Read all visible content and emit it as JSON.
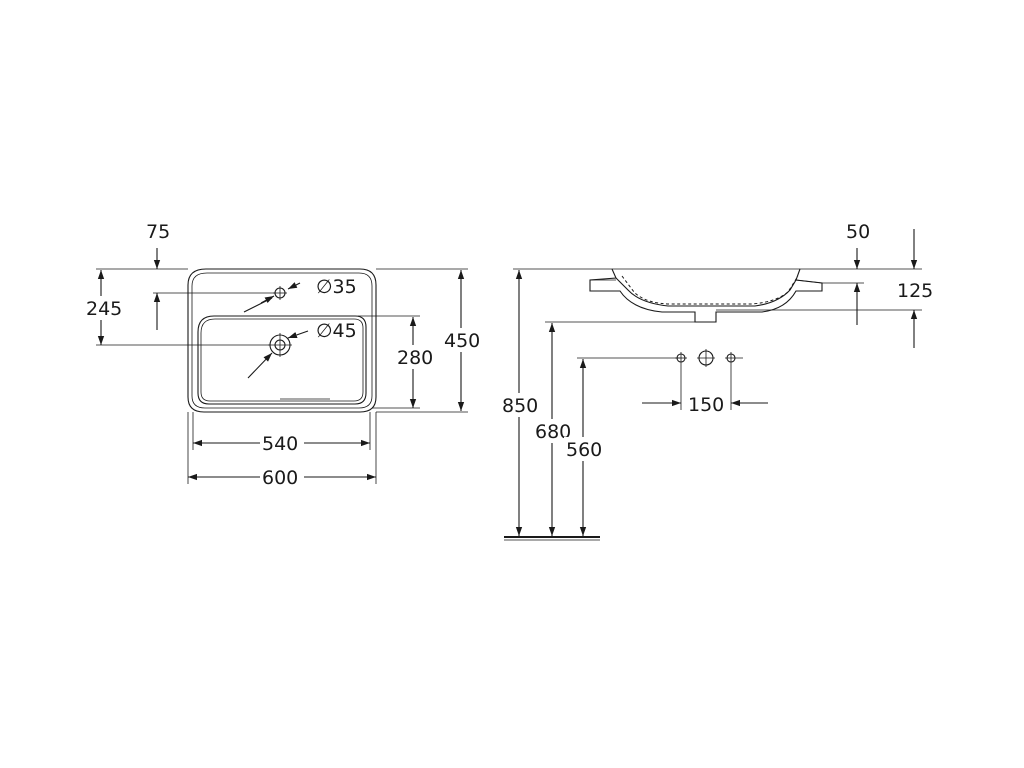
{
  "top_view": {
    "dim_75": "75",
    "dim_245": "245",
    "dim_diam35": "∅35",
    "dim_diam45": "∅45",
    "dim_280": "280",
    "dim_450": "450",
    "dim_540": "540",
    "dim_600": "600"
  },
  "side_view": {
    "dim_50": "50",
    "dim_125": "125",
    "dim_150": "150",
    "dim_850": "850",
    "dim_680": "680",
    "dim_560": "560"
  },
  "colors": {
    "line": "#1a1a1a",
    "background": "#ffffff"
  }
}
